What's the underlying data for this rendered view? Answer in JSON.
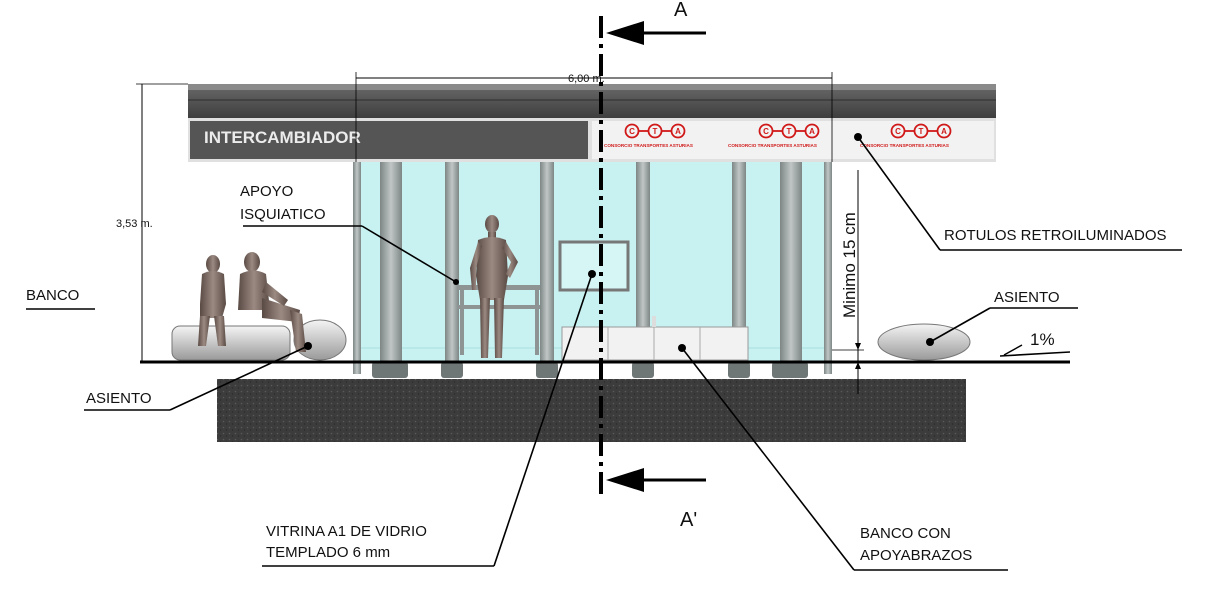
{
  "sign": {
    "title": "INTERCAMBIADOR",
    "logo_letters": [
      "C",
      "T",
      "A"
    ],
    "logo_caption": "CONSORCIO TRANSPORTES ASTURIAS"
  },
  "dimensions": {
    "width": "6,00 m.",
    "height": "3,53 m.",
    "min_clearance": "Minimo 15 cm",
    "slope": "1%"
  },
  "section": {
    "top": "A",
    "bottom": "A'"
  },
  "labels": {
    "apoyo_line1": "APOYO",
    "apoyo_line2": "ISQUIATICO",
    "banco": "BANCO",
    "asiento_left": "ASIENTO",
    "asiento_right": "ASIENTO",
    "rotulos": "ROTULOS RETROILUMINADOS",
    "vitrina_line1": "VITRINA A1 DE VIDRIO",
    "vitrina_line2": "TEMPLADO 6 mm",
    "banco_con_line1": "BANCO CON",
    "banco_con_line2": "APOYABRAZOS"
  },
  "colors": {
    "glass": "#c8f2f2",
    "roof": "#4a4a4a",
    "sign_dark": "#555555",
    "logo_red": "#d01818",
    "foundation": "#3a3a3a",
    "post": "#9aa0a0"
  }
}
